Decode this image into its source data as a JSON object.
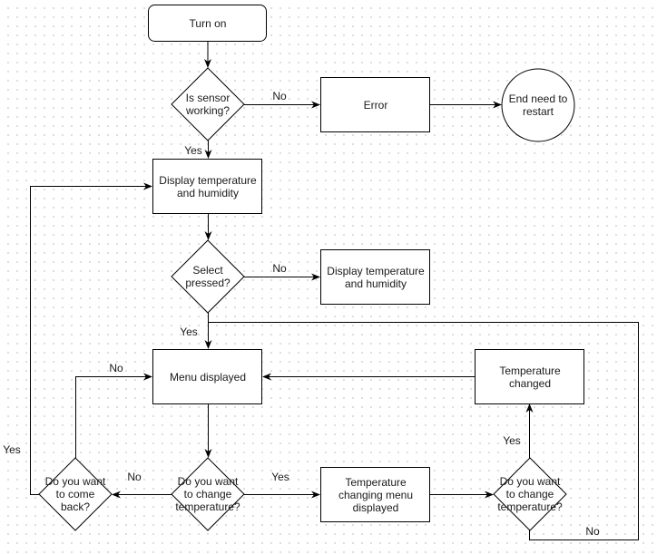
{
  "diagram": {
    "title": "Temperature and humidity sensor flowchart",
    "nodes": [
      {
        "id": "turn-on",
        "type": "terminator",
        "label": "Turn on"
      },
      {
        "id": "sensor-working",
        "type": "decision",
        "label": "Is sensor working?"
      },
      {
        "id": "error",
        "type": "process",
        "label": "Error"
      },
      {
        "id": "end-restart",
        "type": "end",
        "label": "End need to restart"
      },
      {
        "id": "display-1",
        "type": "process",
        "label": "Display temperature and humidity"
      },
      {
        "id": "select-pressed",
        "type": "decision",
        "label": "Select pressed?"
      },
      {
        "id": "display-2",
        "type": "process",
        "label": "Display temperature and humidity"
      },
      {
        "id": "menu-displayed",
        "type": "process",
        "label": "Menu displayed"
      },
      {
        "id": "temp-changed",
        "type": "process",
        "label": "Temperature changed"
      },
      {
        "id": "come-back",
        "type": "decision",
        "label": "Do you want to come back?"
      },
      {
        "id": "change-temp-1",
        "type": "decision",
        "label": "Do you want to change temperature?"
      },
      {
        "id": "temp-menu",
        "type": "process",
        "label": "Temperature changing menu displayed"
      },
      {
        "id": "change-temp-2",
        "type": "decision",
        "label": "Do you want to change temperature?"
      }
    ],
    "edges": [
      {
        "from": "turn-on",
        "to": "sensor-working",
        "label": ""
      },
      {
        "from": "sensor-working",
        "to": "error",
        "label": "No"
      },
      {
        "from": "error",
        "to": "end-restart",
        "label": ""
      },
      {
        "from": "sensor-working",
        "to": "display-1",
        "label": "Yes"
      },
      {
        "from": "display-1",
        "to": "select-pressed",
        "label": ""
      },
      {
        "from": "select-pressed",
        "to": "display-2",
        "label": "No"
      },
      {
        "from": "select-pressed",
        "to": "menu-displayed",
        "label": "Yes"
      },
      {
        "from": "menu-displayed",
        "to": "change-temp-1",
        "label": ""
      },
      {
        "from": "change-temp-1",
        "to": "come-back",
        "label": "No"
      },
      {
        "from": "change-temp-1",
        "to": "temp-menu",
        "label": "Yes"
      },
      {
        "from": "come-back",
        "to": "menu-displayed",
        "label": "No"
      },
      {
        "from": "come-back",
        "to": "display-1",
        "label": "Yes"
      },
      {
        "from": "temp-menu",
        "to": "change-temp-2",
        "label": ""
      },
      {
        "from": "change-temp-2",
        "to": "temp-changed",
        "label": "Yes"
      },
      {
        "from": "temp-changed",
        "to": "menu-displayed",
        "label": ""
      },
      {
        "from": "change-temp-2",
        "to": "menu-displayed",
        "label": "No"
      }
    ]
  },
  "labels": {
    "turn_on": "Turn on",
    "sensor_q_1": "Is sensor",
    "sensor_q_2": "working?",
    "error": "Error",
    "end_1": "End need to",
    "end_2": "restart",
    "display1_1": "Display temperature",
    "display1_2": "and humidity",
    "select_1": "Select",
    "select_2": "pressed?",
    "display2_1": "Display temperature",
    "display2_2": "and humidity",
    "menu": "Menu displayed",
    "tempchanged_1": "Temperature",
    "tempchanged_2": "changed",
    "comeback_1": "Do you want",
    "comeback_2": "to come",
    "comeback_3": "back?",
    "change1_1": "Do you want",
    "change1_2": "to change",
    "change1_3": "temperature?",
    "tempmenu_1": "Temperature",
    "tempmenu_2": "changing menu",
    "tempmenu_3": "displayed",
    "change2_1": "Do you want",
    "change2_2": "to change",
    "change2_3": "temperature?"
  },
  "edge_labels": {
    "sensor_no": "No",
    "sensor_yes": "Yes",
    "select_no": "No",
    "select_yes": "Yes",
    "comeback_no": "No",
    "comeback_yes": "Yes",
    "change1_no": "No",
    "change1_yes": "Yes",
    "change2_yes": "Yes",
    "change2_no": "No"
  }
}
